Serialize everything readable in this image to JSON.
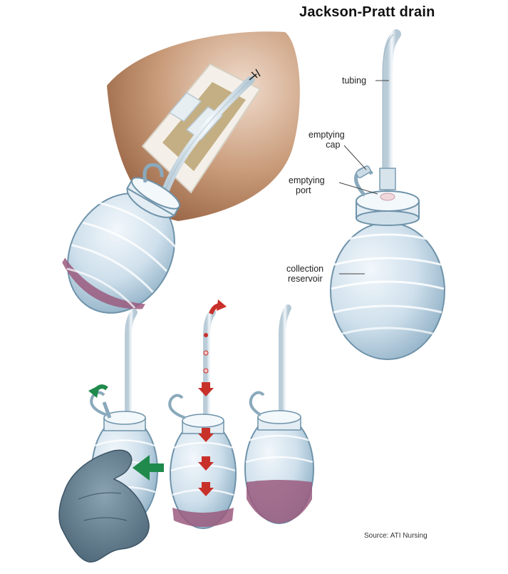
{
  "title": "Jackson-Pratt drain",
  "labels": {
    "tubing": "tubing",
    "emptying_cap_1": "emptying",
    "emptying_cap_2": "cap",
    "emptying_port_1": "emptying",
    "emptying_port_2": "port",
    "collection_reservoir_1": "collection",
    "collection_reservoir_2": "reservoir"
  },
  "source": "Source: ATI Nursing",
  "colors": {
    "bulb": "#c9dcea",
    "tube": "#dde8ee",
    "fluid": "#9a5a7e",
    "skin": "#b07a58",
    "dressing": "#f3efe8",
    "arrow_red": "#c8302a",
    "arrow_green": "#1f8a4c",
    "glove": "#5f7b8c"
  }
}
